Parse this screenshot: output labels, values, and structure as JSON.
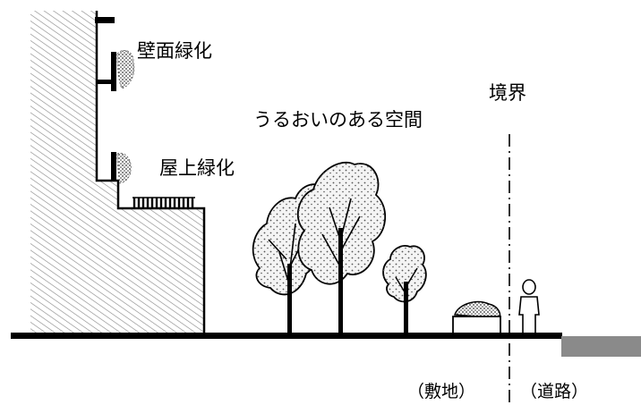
{
  "labels": {
    "wall_greening": "壁面緑化",
    "roof_greening": "屋上緑化",
    "pleasant_space": "うるおいのある空間",
    "boundary": "境界",
    "site": "（敷地）",
    "road": "（道路）"
  },
  "colors": {
    "ink": "#000000",
    "hatch": "#8c8c8c",
    "road_block": "#8a8a8a",
    "foliage_fill": "#f2f2f2",
    "dots": "#555555"
  }
}
